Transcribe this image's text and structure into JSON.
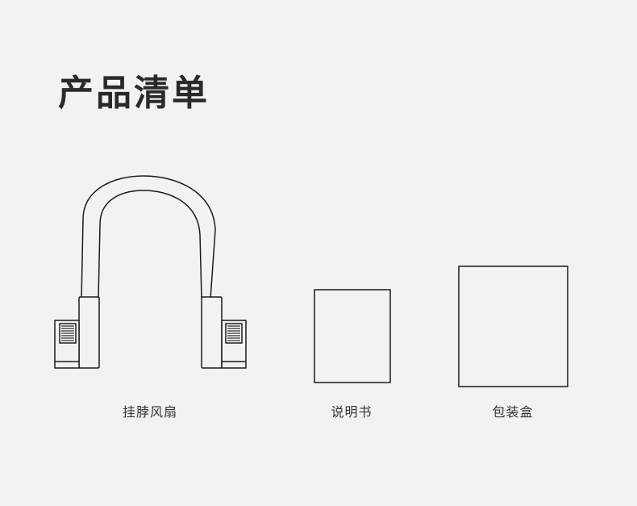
{
  "header": {
    "title": "产品清单"
  },
  "items": [
    {
      "label": "挂脖风扇",
      "icon": "neck-fan-icon"
    },
    {
      "label": "说明书",
      "icon": "manual-icon"
    },
    {
      "label": "包装盒",
      "icon": "box-icon"
    }
  ],
  "colors": {
    "background": "#f2f2f2",
    "outline": "#1a1a1a",
    "text": "#333333"
  }
}
